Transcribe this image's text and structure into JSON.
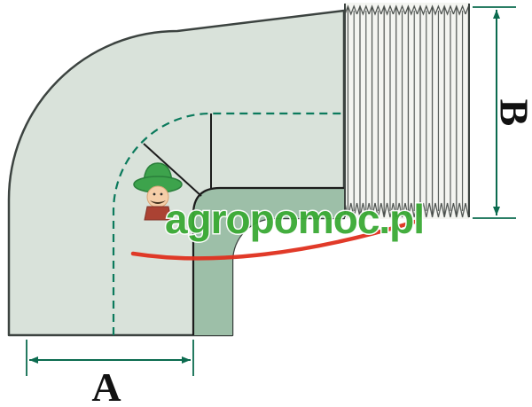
{
  "diagram": {
    "dimensions": {
      "a_label": "A",
      "b_label": "B"
    }
  },
  "watermark": {
    "text": "agropomoc.pl"
  },
  "colors": {
    "body_fill": "#d9e2da",
    "fillet_fill": "#9dbfa8",
    "outline": "#3c4340",
    "inner_edge": "#1c1c1c",
    "hidden_line": "#0b7a5c",
    "dimension_line": "#0b6b4f",
    "label_text": "#111111",
    "thread_fill": "#f4f5f1",
    "thread_line": "#4a4f4c",
    "watermark_green": "#3aaa35",
    "watermark_red": "#e0301e",
    "hat_green": "#35a045",
    "skin": "#f7cda6"
  }
}
